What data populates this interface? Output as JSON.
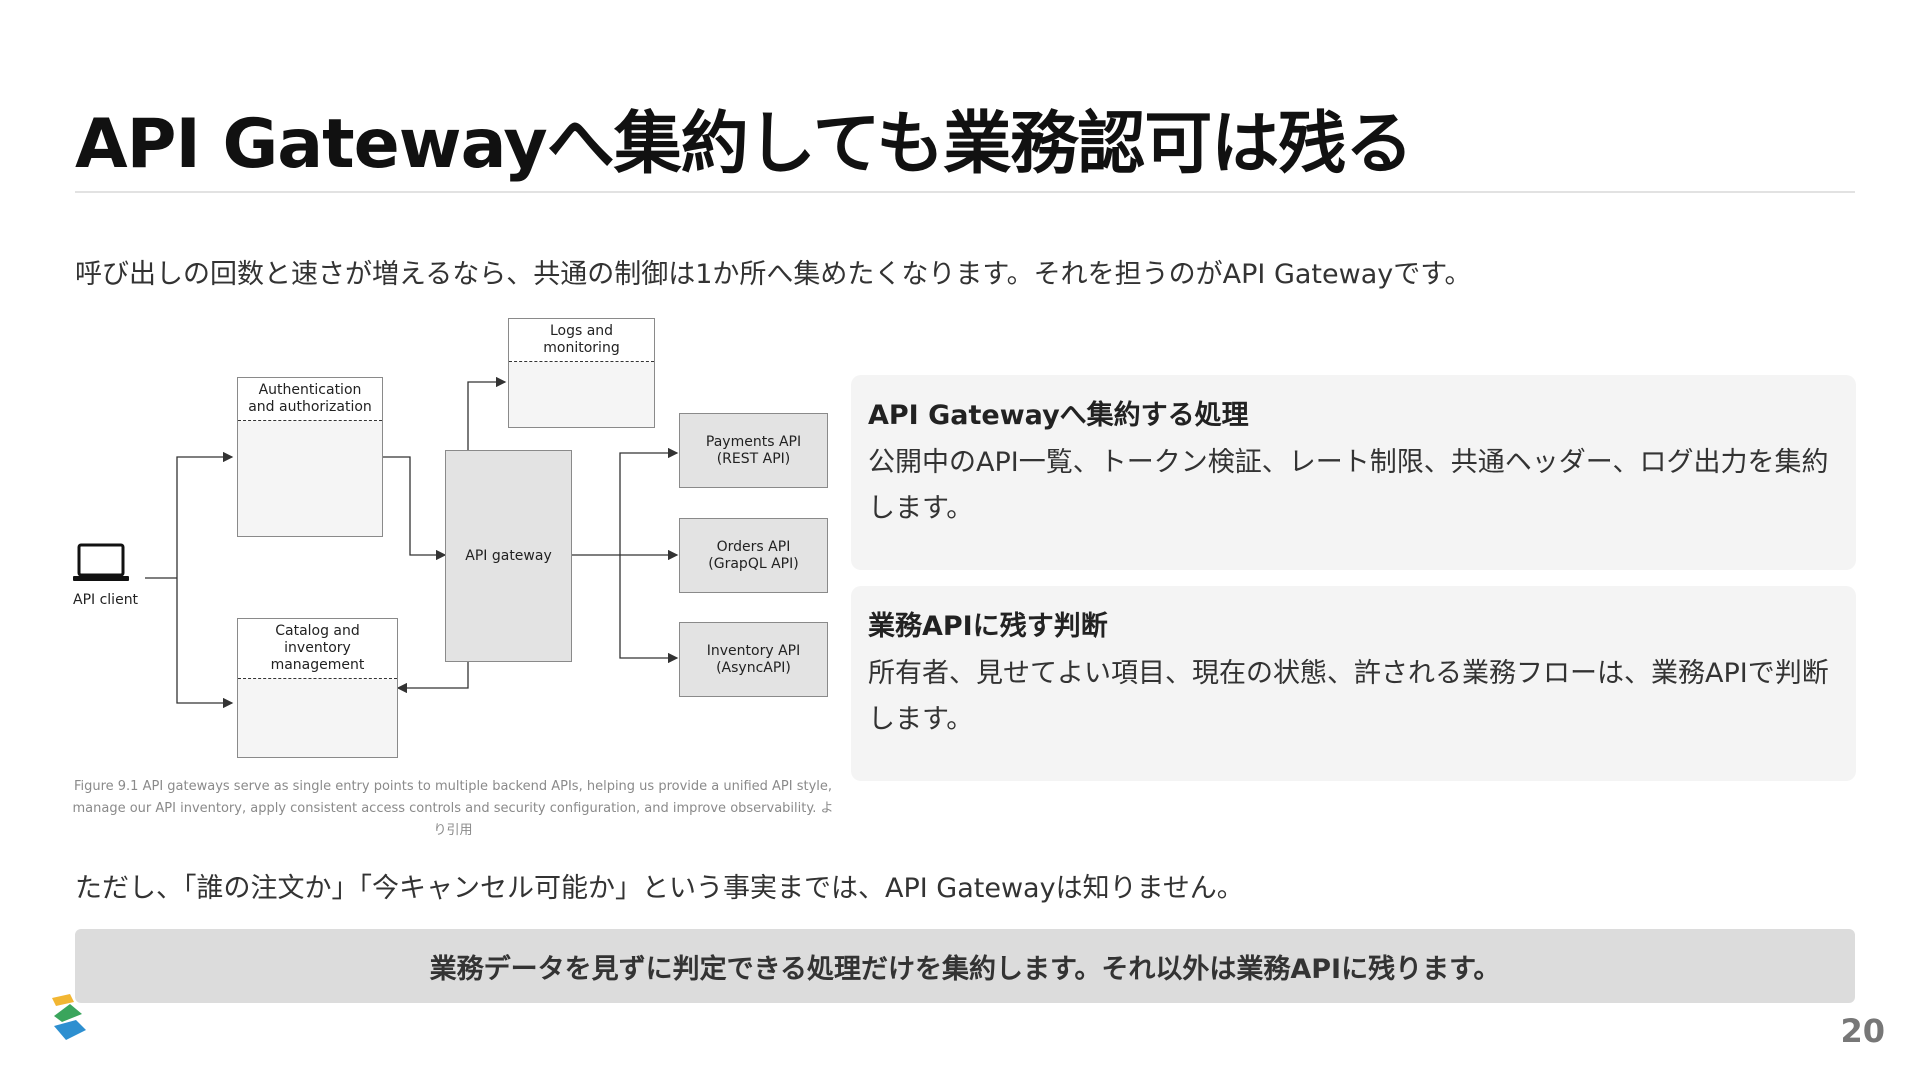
{
  "title": "API Gatewayへ集約しても業務認可は残る",
  "intro": "呼び出しの回数と速さが増えるなら、共通の制御は1か所へ集めたくなります。それを担うのがAPI Gatewayです。",
  "diagram": {
    "logs_label": "Logs and monitoring",
    "auth_label": "Authentication and authorization",
    "client_label": "API client",
    "gateway_label": "API gateway",
    "catalog_label": "Catalog and inventory management",
    "payments_label": "Payments API\n(REST API)",
    "orders_label": "Orders API\n(GrapQL API)",
    "inventory_label": "Inventory API\n(AsyncAPI)"
  },
  "caption": "Figure 9.1 API gateways serve as single entry points to multiple backend APIs, helping us provide a unified API style, manage our API inventory, apply consistent access controls and security configuration, and improve observability. より引用",
  "cards": [
    {
      "heading": "API Gatewayへ集約する処理",
      "body": "公開中のAPI一覧、トークン検証、レート制限、共通ヘッダー、ログ出力を集約します。"
    },
    {
      "heading": "業務APIに残す判断",
      "body": "所有者、見せてよい項目、現在の状態、許される業務フローは、業務APIで判断します。"
    }
  ],
  "note": "ただし、「誰の注文か」「今キャンセル可能か」という事実までは、API Gatewayは知りません。",
  "banner": "業務データを見ずに判定できる処理だけを集約します。それ以外は業務APIに残ります。",
  "page_number": "20",
  "colors": {
    "card_bg": "#f4f4f4",
    "banner_bg": "#dcdcdc",
    "logo_yellow": "#f2b632",
    "logo_green": "#3aa55c",
    "logo_blue": "#2d8fd0"
  }
}
